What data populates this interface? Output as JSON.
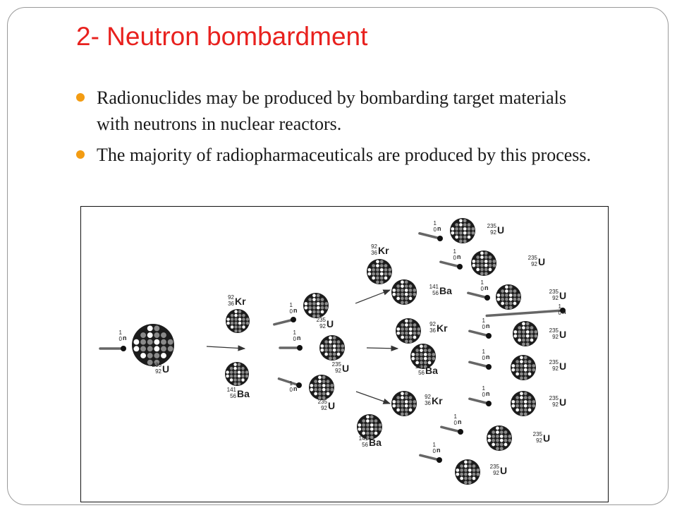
{
  "slide": {
    "title": "2- Neutron bombardment",
    "title_color": "#e8211e",
    "bullet_color": "#f39c12",
    "bullets": [
      "Radionuclides may be produced by bombarding target materials with neutrons in nuclear reactors.",
      "The majority of radiopharmaceuticals are produced by this process."
    ]
  },
  "diagram": {
    "labels": {
      "neutron": {
        "symbol": "n",
        "mass": "1",
        "atomic": "0"
      },
      "uranium": {
        "symbol": "U",
        "mass": "235",
        "atomic": "92"
      },
      "krypton": {
        "symbol": "Kr",
        "mass": "92",
        "atomic": "36"
      },
      "barium": {
        "symbol": "Ba",
        "mass": "141",
        "atomic": "56"
      }
    }
  }
}
